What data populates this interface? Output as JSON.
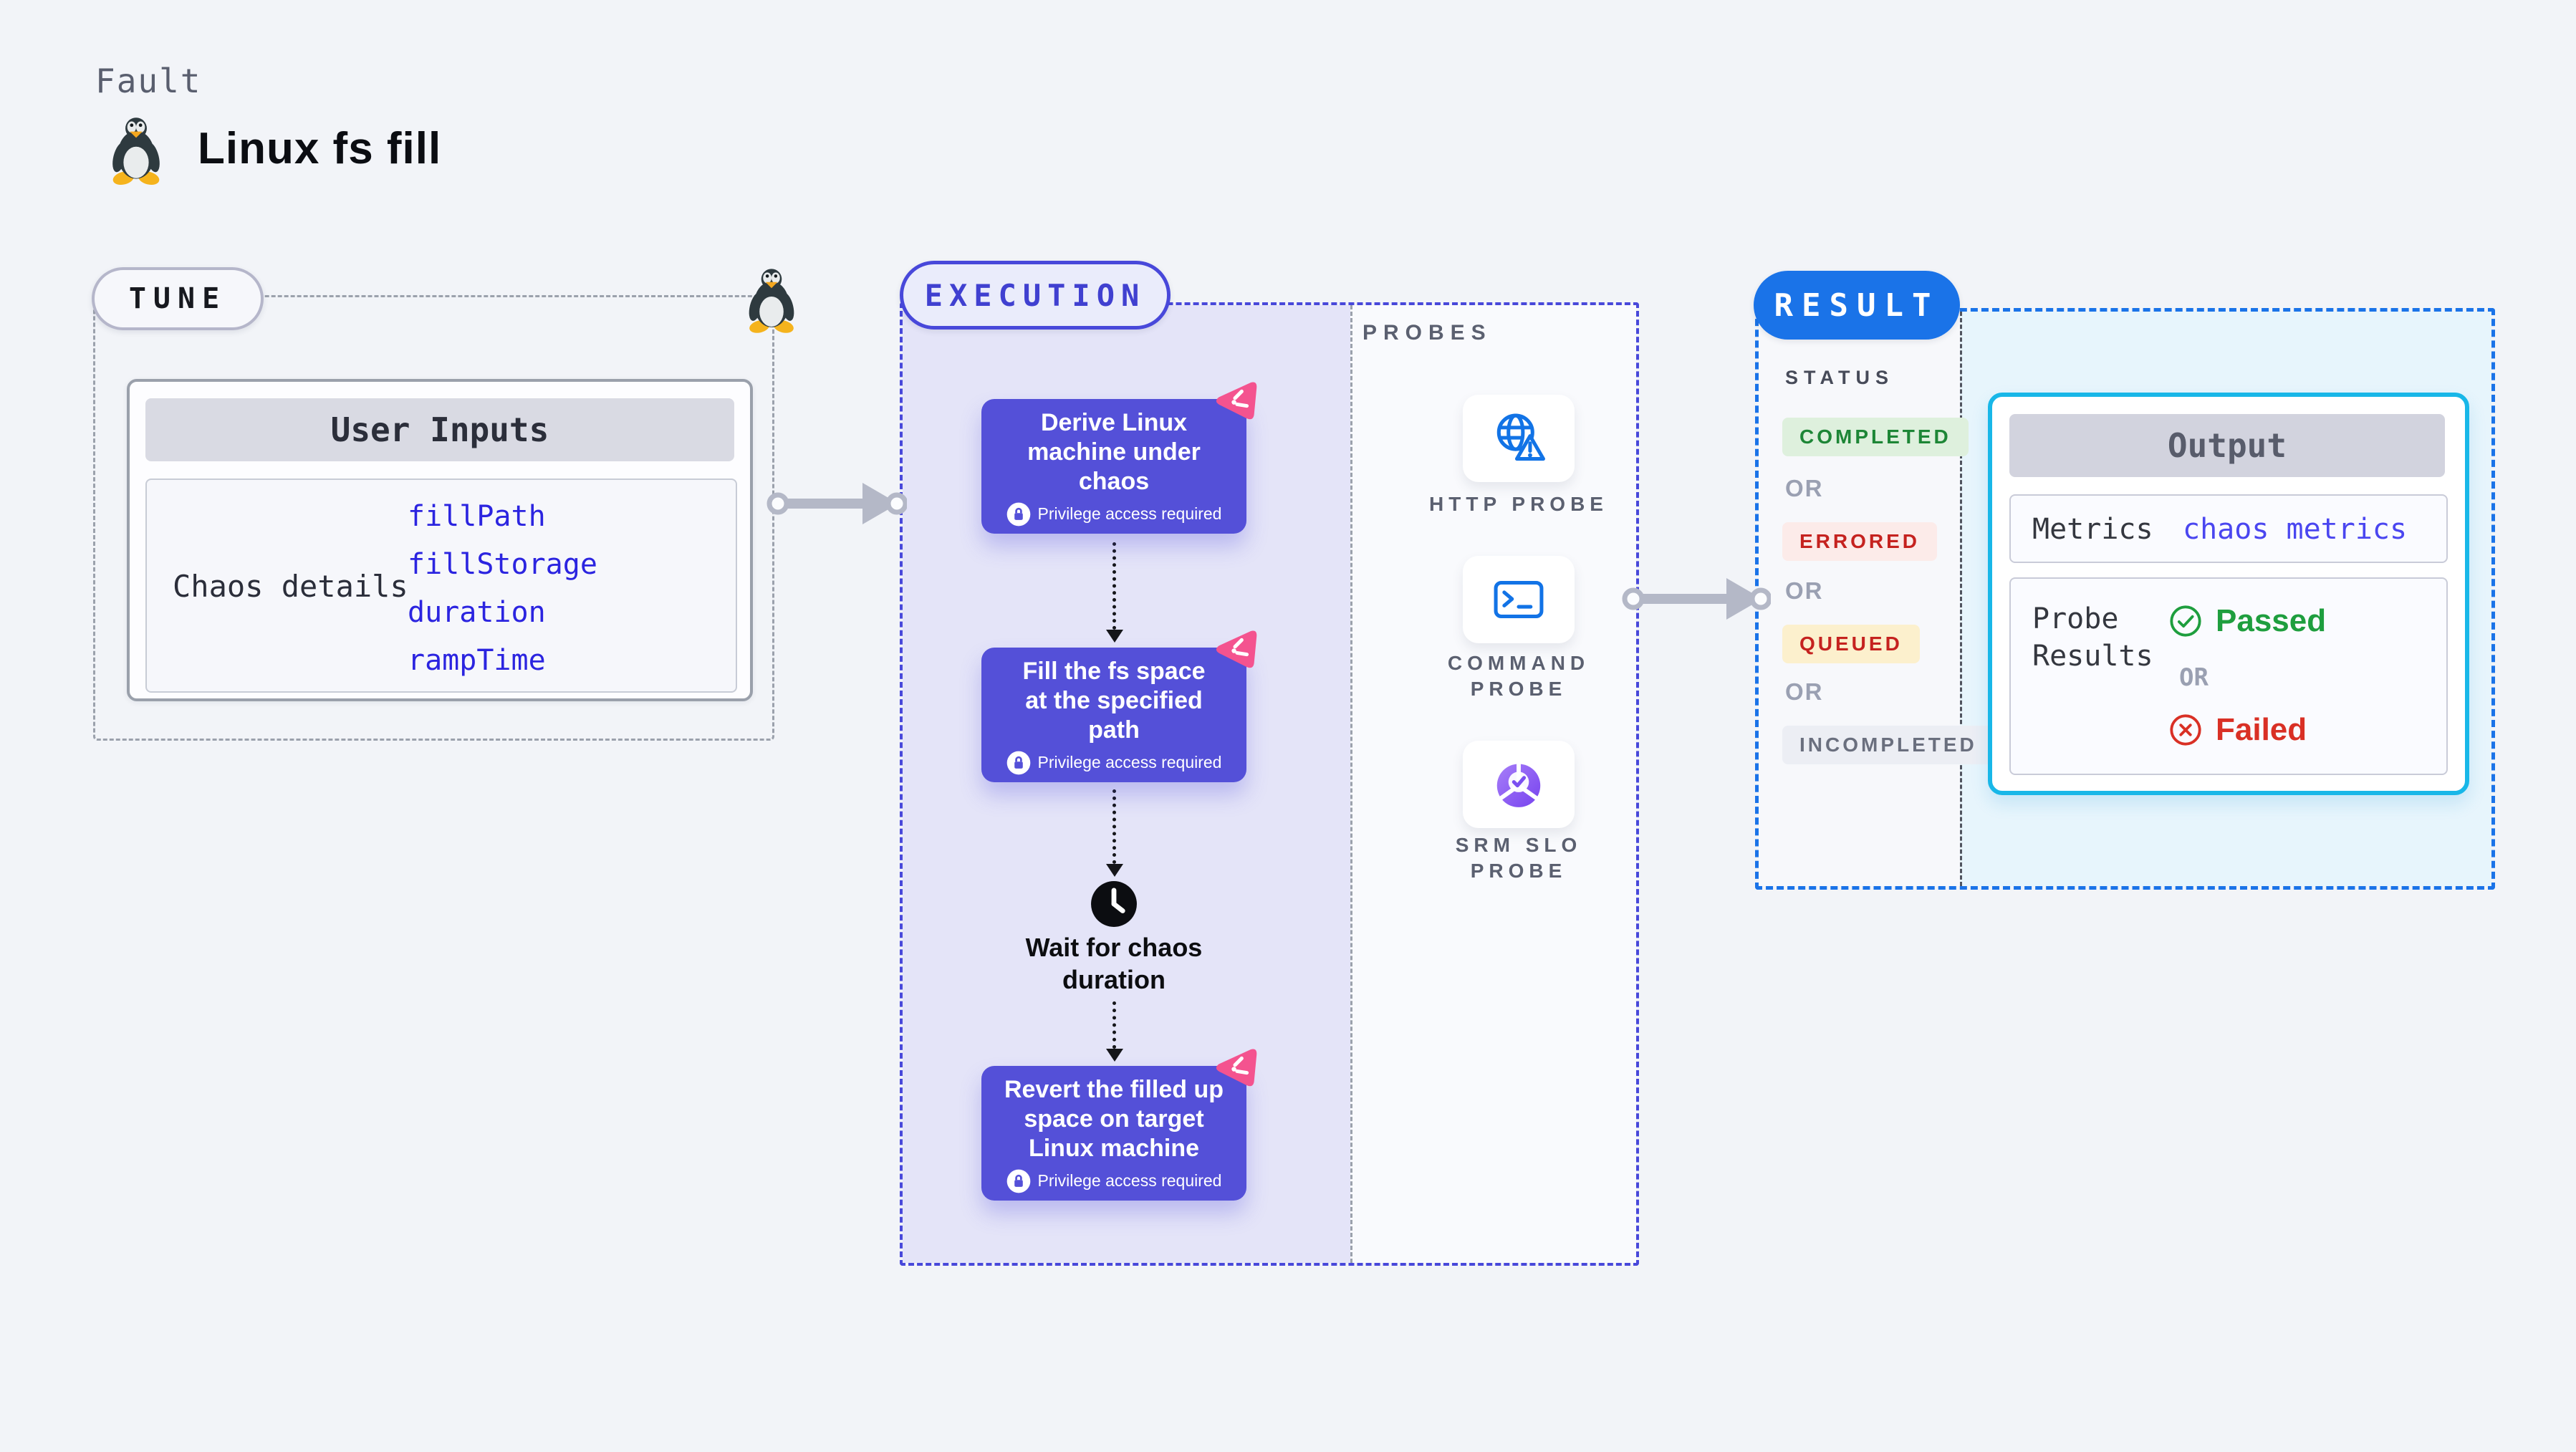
{
  "header": {
    "kicker": "Fault",
    "title": "Linux fs fill",
    "icon": "tux-penguin"
  },
  "tune": {
    "label": "TUNE",
    "card_title": "User Inputs",
    "row_label": "Chaos details",
    "inputs": [
      "fillPath",
      "fillStorage",
      "duration",
      "rampTime"
    ]
  },
  "execution": {
    "label": "EXECUTION",
    "steps": [
      {
        "lines": [
          "Derive Linux",
          "machine under",
          "chaos"
        ],
        "note": "Privilege access required"
      },
      {
        "lines": [
          "Fill the fs space",
          "at the specified",
          "path"
        ],
        "note": "Privilege access required"
      },
      {
        "lines": [
          "Revert the filled up",
          "space on target",
          "Linux machine"
        ],
        "note": "Privilege access required"
      }
    ],
    "wait": {
      "lines": [
        "Wait for chaos",
        "duration"
      ],
      "icon": "clock"
    }
  },
  "probes": {
    "label": "PROBES",
    "items": [
      {
        "icon": "globe-warning",
        "lines": [
          "HTTP PROBE"
        ]
      },
      {
        "icon": "terminal",
        "lines": [
          "COMMAND",
          "PROBE"
        ]
      },
      {
        "icon": "srm-slo-pie",
        "lines": [
          "SRM SLO",
          "PROBE"
        ]
      }
    ]
  },
  "result": {
    "label": "RESULT",
    "status_heading": "STATUS",
    "or_label": "OR",
    "statuses": [
      {
        "label": "COMPLETED",
        "fg": "#1d8636",
        "bg": "#def0dd"
      },
      {
        "label": "ERRORED",
        "fg": "#c5221f",
        "bg": "#fcebe9"
      },
      {
        "label": "QUEUED",
        "fg": "#c5221f",
        "bg": "#fcf0cd"
      },
      {
        "label": "INCOMPLETED",
        "fg": "#6a6f7e",
        "bg": "#eceef4"
      }
    ],
    "output": {
      "title": "Output",
      "metrics_label": "Metrics",
      "metrics_link": "chaos metrics",
      "probe_results_lines": [
        "Probe",
        "Results"
      ],
      "passed_label": "Passed",
      "or_label": "OR",
      "failed_label": "Failed"
    }
  },
  "colors": {
    "page_bg": "#f2f4f8",
    "tune_border": "#9ba1ac",
    "execution_accent": "#4848da",
    "execution_bg": "#e4e4f8",
    "step_card_bg": "#5450d8",
    "chaos_badge_pink": "#f4538f",
    "probe_icon_blue": "#1273e6",
    "srm_purple": "#8a5cf5",
    "result_accent": "#1a73e8",
    "output_border": "#18b7e8",
    "link_blue": "#2b24e0",
    "passed_green": "#1e9e3e",
    "failed_red": "#d93025"
  }
}
